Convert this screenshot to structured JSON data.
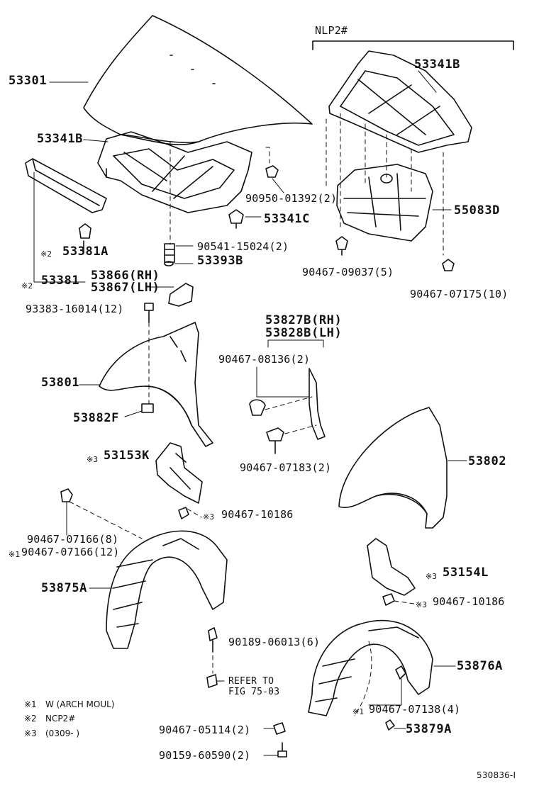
{
  "header": {
    "variant": "NLP2#"
  },
  "labels": {
    "p53301": "53301",
    "p53341B_left": "53341B",
    "p53341B_right": "53341B",
    "p53381A": "53381A",
    "p53381": "53381",
    "p90950": "90950-01392(2)",
    "p53341C": "53341C",
    "p90541": "90541-15024(2)",
    "p53393B": "53393B",
    "p55083D": "55083D",
    "p90467_09037": "90467-09037(5)",
    "p90467_07175": "90467-07175(10)",
    "p53866": "53866(RH)",
    "p53867": "53867(LH)",
    "p93383": "93383-16014(12)",
    "p53827B": "53827B(RH)",
    "p53828B": "53828B(LH)",
    "p90467_08136": "90467-08136(2)",
    "p53801": "53801",
    "p53882F": "53882F",
    "p53153K": "53153K",
    "p90467_07183": "90467-07183(2)",
    "p53802": "53802",
    "p90467_10186_a": "90467-10186",
    "p90467_07166_8": "90467-07166(8)",
    "p90467_07166_12": "90467-07166(12)",
    "p53875A": "53875A",
    "p53154L": "53154L",
    "p90467_10186_b": "90467-10186",
    "p90189": "90189-06013(6)",
    "refer1": "REFER TO",
    "refer2": "FIG 75-03",
    "p53876A": "53876A",
    "p90467_07138": "90467-07138(4)",
    "p90467_05114": "90467-05114(2)",
    "p53879A": "53879A",
    "p90159": "90159-60590(2)"
  },
  "marks": {
    "m1": "※1",
    "m2": "※2",
    "m3": "※3"
  },
  "legend": [
    {
      "mark": "※1",
      "text": "W (ARCH  MOUL)"
    },
    {
      "mark": "※2",
      "text": "NCP2#"
    },
    {
      "mark": "※3",
      "text": "(0309-          )"
    }
  ],
  "code": "530836-I"
}
